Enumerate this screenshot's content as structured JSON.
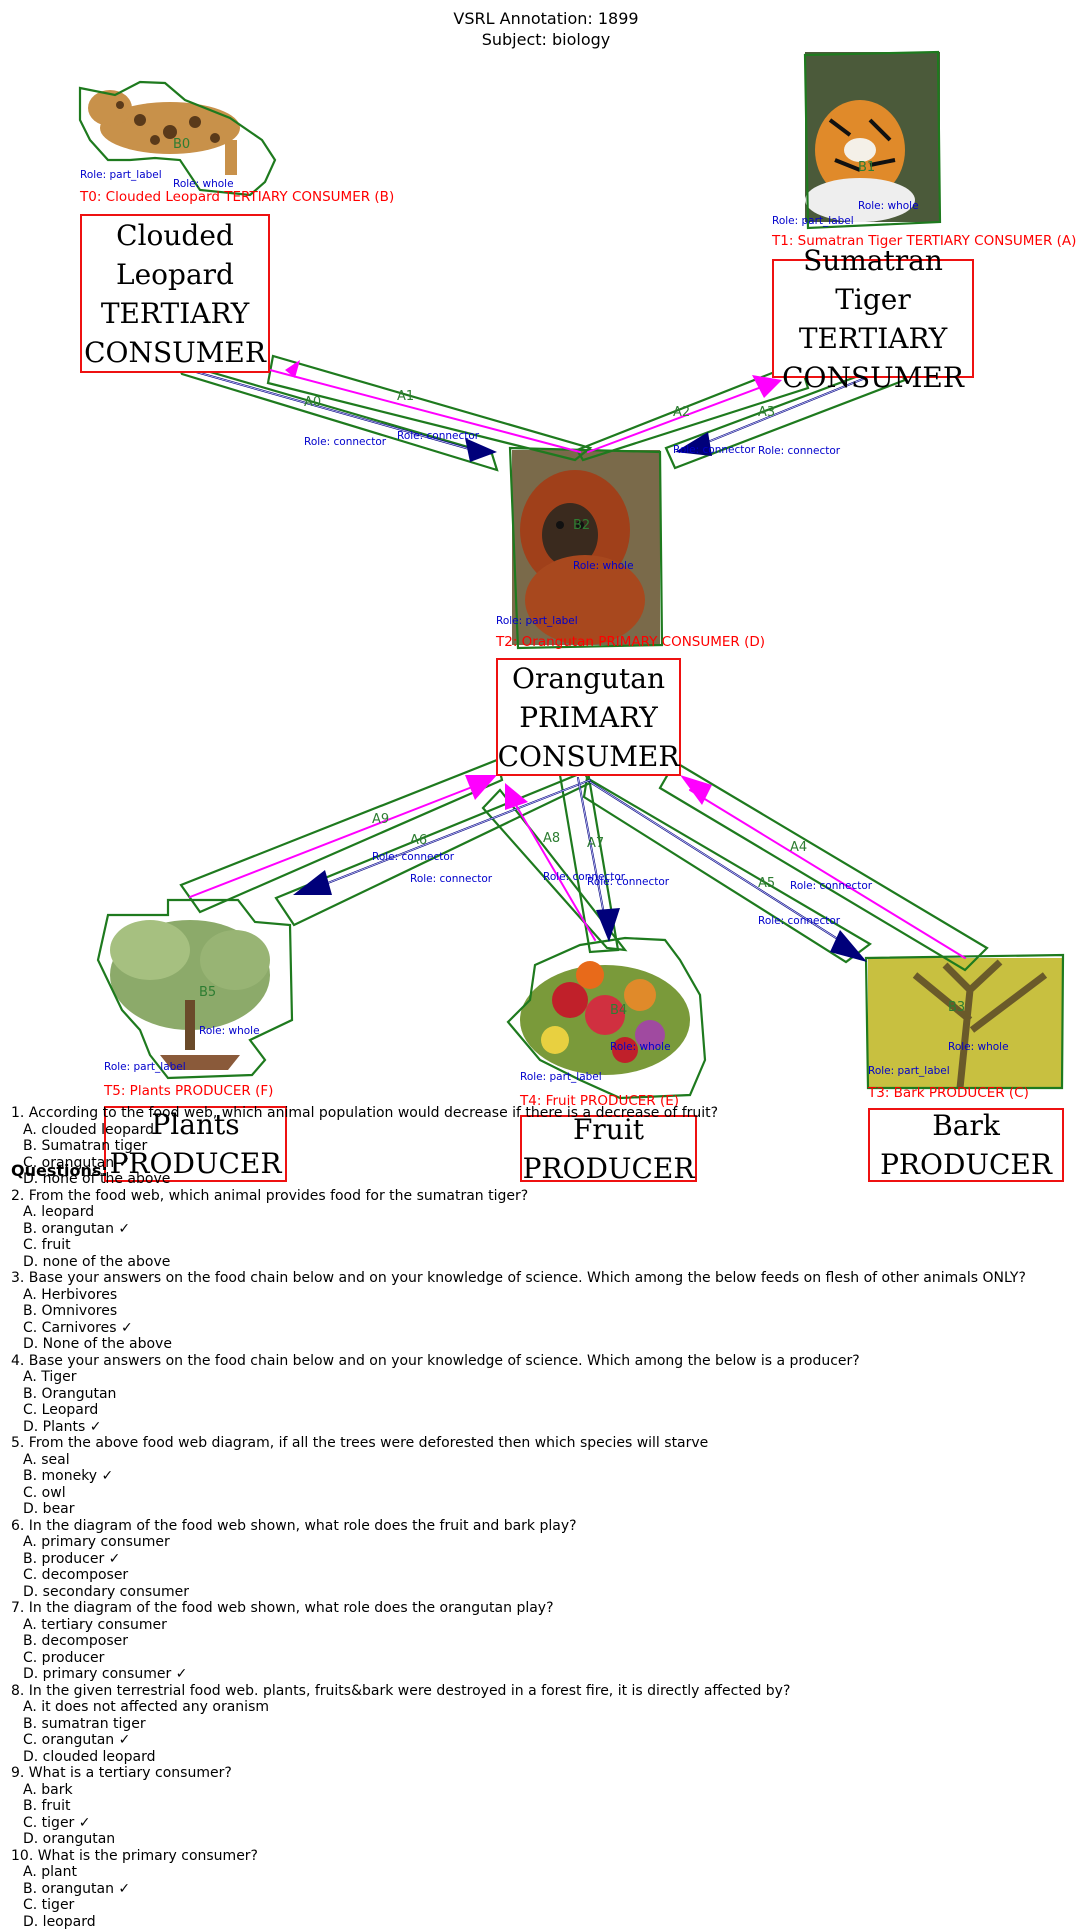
{
  "header": {
    "title_line1": "VSRL Annotation: 1899",
    "title_line2": "Subject: biology"
  },
  "nodes": {
    "t0": {
      "label": "T0: Clouded Leopard TERTIARY CONSUMER (B)",
      "box_lines": [
        "Clouded",
        "Leopard",
        "TERTIARY",
        "CONSUMER"
      ]
    },
    "t1": {
      "label": "T1: Sumatran Tiger TERTIARY CONSUMER (A)",
      "box_lines": [
        "Sumatran Tiger",
        "TERTIARY",
        "CONSUMER"
      ]
    },
    "t2": {
      "label": "T2: Orangutan PRIMARY CONSUMER (D)",
      "box_lines": [
        "Orangutan",
        "PRIMARY",
        "CONSUMER"
      ]
    },
    "t3": {
      "label": "T3: Bark PRODUCER (C)",
      "box_lines": [
        "Bark",
        "PRODUCER"
      ]
    },
    "t4": {
      "label": "T4: Fruit PRODUCER (E)",
      "box_lines": [
        "Fruit",
        "PRODUCER"
      ]
    },
    "t5": {
      "label": "T5: Plants PRODUCER (F)",
      "box_lines": [
        "Plants",
        "PRODUCER"
      ]
    }
  },
  "blobs": {
    "b0": "B0",
    "b1": "B1",
    "b2": "B2",
    "b3": "B3",
    "b4": "B4",
    "b5": "B5"
  },
  "arrows": {
    "a0": "A0",
    "a1": "A1",
    "a2": "A2",
    "a3": "A3",
    "a4": "A4",
    "a5": "A5",
    "a6": "A6",
    "a7": "A7",
    "a8": "A8",
    "a9": "A9"
  },
  "roles": {
    "part_label": "Role: part_label",
    "whole": "Role: whole",
    "connector": "Role: connector"
  },
  "questions_heading": "Questions:",
  "questions": [
    {
      "q": "1. According to the food web, which animal population would decrease if there is a decrease of fruit?",
      "options": [
        "A. clouded leopard",
        "B. Sumatran tiger",
        "C. orangutan ✓",
        "D. none of the above"
      ]
    },
    {
      "q": "2. From the food web, which animal provides food for the sumatran tiger?",
      "options": [
        "A. leopard",
        "B. orangutan ✓",
        "C. fruit",
        "D. none of the above"
      ]
    },
    {
      "q": "3. Base your answers on the food chain below and on your knowledge of science. Which among the below feeds on flesh of other animals ONLY?",
      "options": [
        "A. Herbivores",
        "B. Omnivores",
        "C. Carnivores ✓",
        "D. None of the above"
      ]
    },
    {
      "q": "4. Base your answers on the food chain below and on your knowledge of science. Which among the below is a producer?",
      "options": [
        "A. Tiger",
        "B. Orangutan",
        "C. Leopard",
        "D. Plants ✓"
      ]
    },
    {
      "q": "5. From the above food web diagram, if all the trees were deforested then which species will starve",
      "options": [
        "A. seal",
        "B. moneky ✓",
        "C. owl",
        "D. bear"
      ]
    },
    {
      "q": "6. In the diagram of the food web shown, what role does the fruit and bark play?",
      "options": [
        "A. primary consumer",
        "B. producer ✓",
        "C. decomposer",
        "D. secondary consumer"
      ]
    },
    {
      "q": "7. In the diagram of the food web shown, what role does the orangutan play?",
      "options": [
        "A. tertiary consumer",
        "B. decomposer",
        "C. producer",
        "D. primary consumer ✓"
      ]
    },
    {
      "q": "8. In the given terrestrial food web. plants, fruits&bark were destroyed in a forest fire, it is directly affected by?",
      "options": [
        "A. it does not affected any oranism",
        "B. sumatran tiger",
        "C. orangutan ✓",
        "D. clouded leopard"
      ]
    },
    {
      "q": "9. What is a tertiary consumer?",
      "options": [
        "A. bark",
        "B. fruit",
        "C. tiger ✓",
        "D. orangutan"
      ]
    },
    {
      "q": "10. What is the primary consumer?",
      "options": [
        "A. plant",
        "B. orangutan ✓",
        "C. tiger",
        "D. leopard"
      ]
    }
  ],
  "colors": {
    "box_border": "#ee1111",
    "annotation_green": "#1e7a1e",
    "arrow_navy": "#00007a",
    "arrow_magenta": "#ff00ff",
    "label_red": "#ff0000",
    "role_blue": "#0000cc"
  }
}
